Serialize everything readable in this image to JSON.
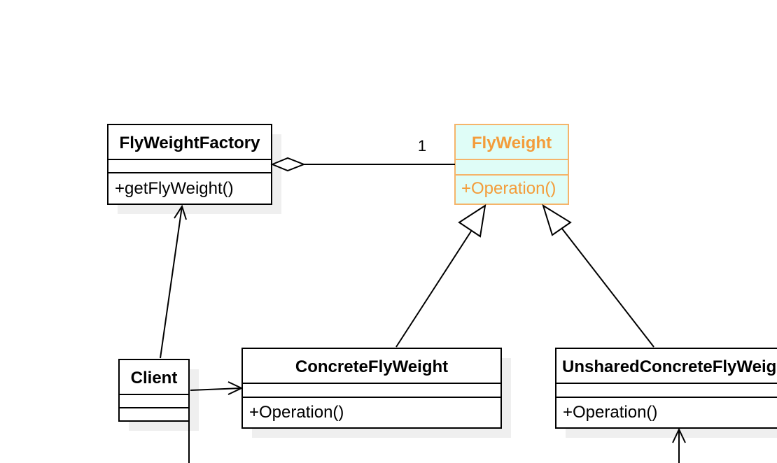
{
  "diagram": {
    "classes": {
      "flyweight_factory": {
        "name": "FlyWeightFactory",
        "operation": "+getFlyWeight()"
      },
      "flyweight": {
        "name": "FlyWeight",
        "operation": "+Operation()"
      },
      "concrete_flyweight": {
        "name": "ConcreteFlyWeight",
        "operation": "+Operation()"
      },
      "unshared_concrete_flyweight": {
        "name": "UnsharedConcreteFlyWeight",
        "operation": "+Operation()"
      },
      "client": {
        "name": "Client"
      }
    },
    "multiplicity": "1",
    "colors": {
      "line": "#000000",
      "highlight_text": "#f39c3a",
      "highlight_fill": "#dffdf7",
      "highlight_border": "#f5b46a",
      "shadow": "#efefef"
    }
  }
}
